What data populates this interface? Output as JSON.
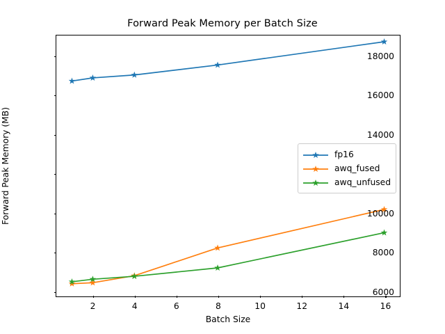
{
  "chart_data": {
    "type": "line",
    "title": "Forward Peak Memory per Batch Size",
    "xlabel": "Batch Size",
    "ylabel": "Forward Peak Memory (MB)",
    "x": [
      1,
      2,
      4,
      8,
      16
    ],
    "xlim": [
      0.25,
      16.75
    ],
    "ylim": [
      5700,
      19050
    ],
    "xticks": [
      2,
      4,
      6,
      8,
      10,
      12,
      14,
      16
    ],
    "xtick_labels": [
      "2",
      "4",
      "6",
      "8",
      "10",
      "12",
      "14",
      "16"
    ],
    "yticks": [
      6000,
      8000,
      10000,
      12000,
      14000,
      16000,
      18000
    ],
    "ytick_labels": [
      "6000",
      "8000",
      "10000",
      "12000",
      "14000",
      "16000",
      "18000"
    ],
    "grid": false,
    "legend_position": "center right",
    "marker": "star",
    "series": [
      {
        "name": "fp16",
        "color": "#1f77b4",
        "values": [
          16720,
          16880,
          17030,
          17540,
          18730
        ]
      },
      {
        "name": "awq_fused",
        "color": "#ff7f0e",
        "values": [
          6350,
          6400,
          6760,
          8180,
          10150
        ]
      },
      {
        "name": "awq_unfused",
        "color": "#2ca02c",
        "values": [
          6450,
          6580,
          6730,
          7160,
          8960
        ]
      }
    ]
  },
  "figure": {
    "background_color": "#ffffff",
    "axes_edge_color": "#000000"
  }
}
